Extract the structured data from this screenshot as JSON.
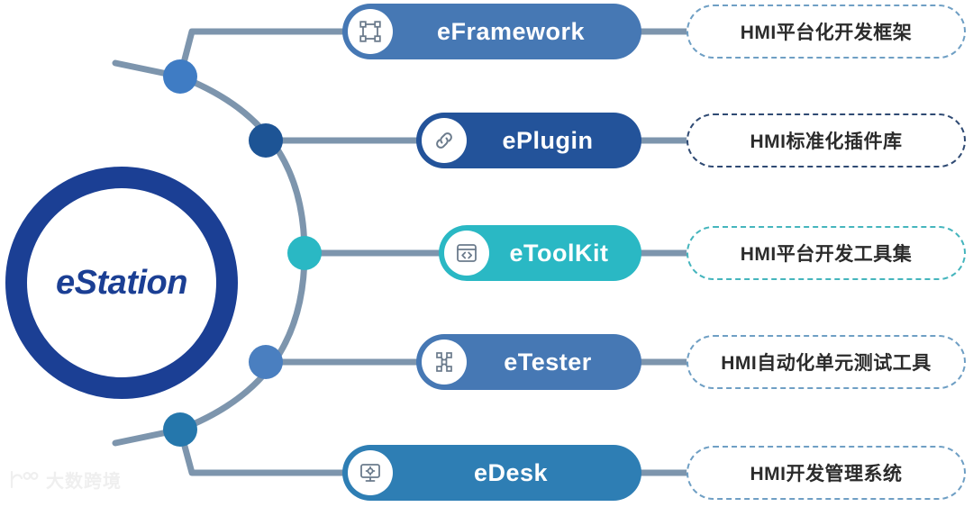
{
  "center": {
    "label": "eStation",
    "ring_color": "#1b3f94"
  },
  "rows": [
    {
      "key": "eframework",
      "name": "eFramework",
      "description": "HMI平台化开发框架",
      "color": "#4678b4",
      "dash_color": "#6f9fc4",
      "icon": "frame-transform-icon",
      "dot_color": "#3f7cc4"
    },
    {
      "key": "eplugin",
      "name": "ePlugin",
      "description": "HMI标准化插件库",
      "color": "#23539a",
      "dash_color": "#2f4a73",
      "icon": "chain-link-icon",
      "dot_color": "#1d5495"
    },
    {
      "key": "etoolkit",
      "name": "eToolKit",
      "description": "HMI平台开发工具集",
      "color": "#2ab8c4",
      "dash_color": "#45b5bd",
      "icon": "code-window-icon",
      "dot_color": "#2ab8c4"
    },
    {
      "key": "etester",
      "name": "eTester",
      "description": "HMI自动化单元测试工具",
      "color": "#4678b4",
      "dash_color": "#6f9fc4",
      "icon": "network-topology-icon",
      "dot_color": "#4a7fc0"
    },
    {
      "key": "edesk",
      "name": "eDesk",
      "description": "HMI开发管理系统",
      "color": "#2e7eb4",
      "dash_color": "#6f9fc4",
      "icon": "monitor-gear-icon",
      "dot_color": "#2577ac"
    }
  ],
  "connector": {
    "line_color": "#7d95ad"
  },
  "watermark": {
    "text": "大数跨境"
  }
}
